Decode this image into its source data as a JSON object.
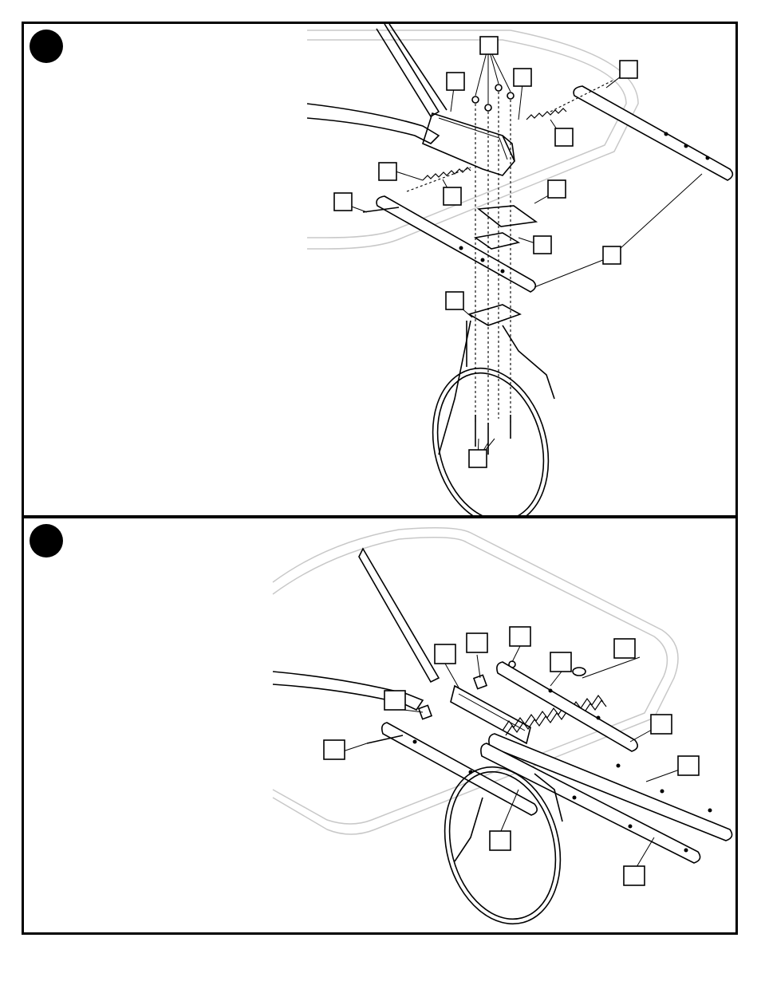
{
  "document": {
    "kind": "assembly-instructions",
    "panels": [
      {
        "id": "step-a",
        "step_marker": ""
      },
      {
        "id": "step-b",
        "step_marker": ""
      }
    ],
    "callout_labels": {
      "panel1": [
        "",
        "",
        "",
        "",
        "",
        "",
        "",
        "",
        "",
        "",
        "",
        "",
        ""
      ],
      "panel2": [
        "",
        "",
        "",
        "",
        "",
        "",
        "",
        "",
        "",
        "",
        "",
        ""
      ]
    },
    "icons": [
      "step-marker-icon",
      "callout-box-icon",
      "spring-icon",
      "bolt-icon",
      "nut-icon",
      "tube-icon",
      "rim-icon"
    ]
  }
}
